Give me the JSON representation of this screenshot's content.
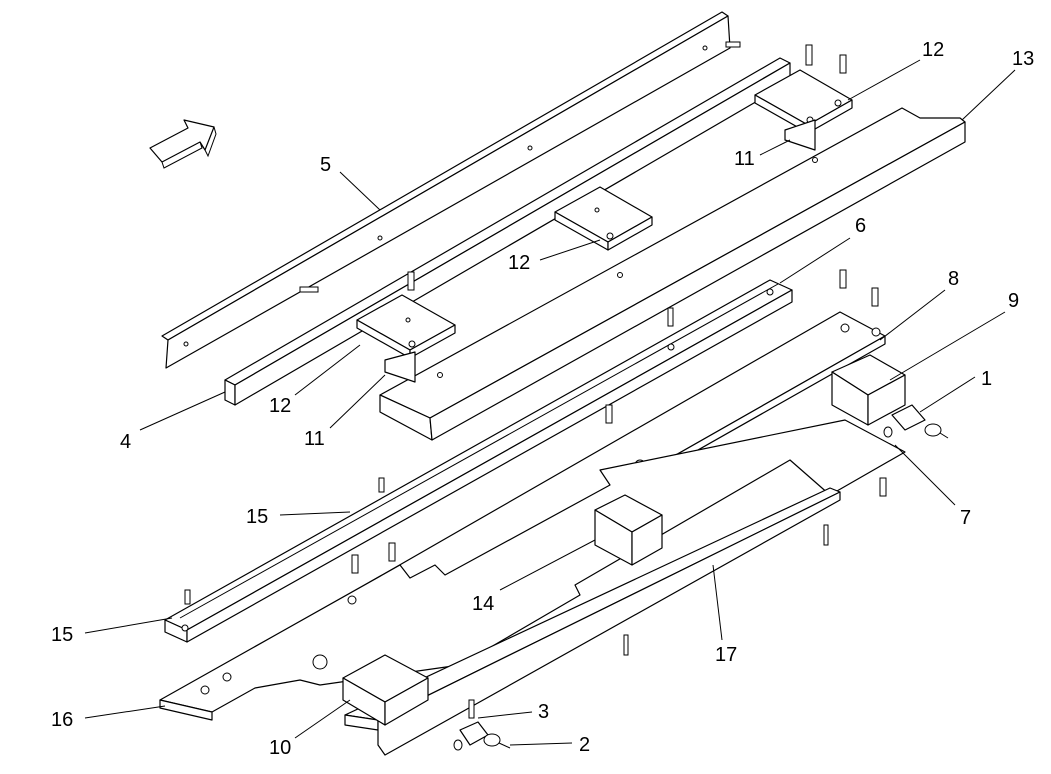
{
  "diagram": {
    "type": "exploded parts drawing",
    "labels": [
      "12",
      "13",
      "5",
      "11",
      "12",
      "6",
      "8",
      "9",
      "1",
      "12",
      "11",
      "4",
      "7",
      "15",
      "14",
      "15",
      "17",
      "16",
      "10",
      "3",
      "2"
    ],
    "colors": {
      "line": "#000000",
      "background": "#ffffff"
    }
  }
}
